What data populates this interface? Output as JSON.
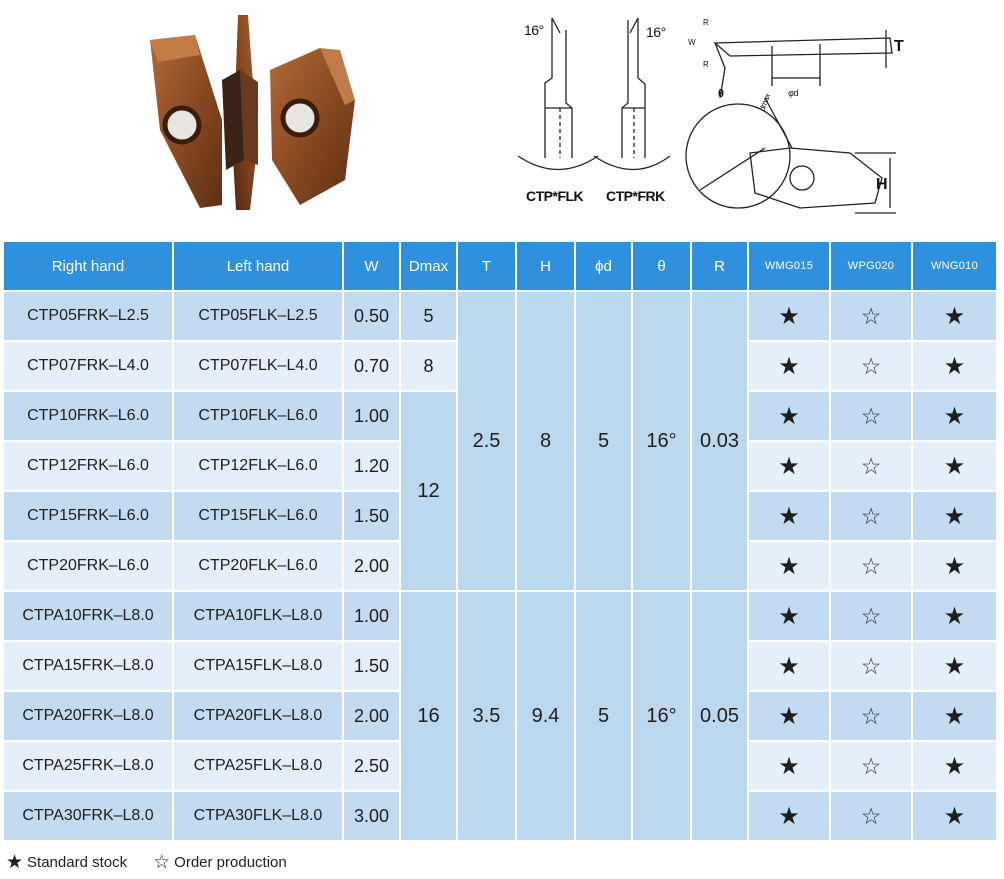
{
  "drawings": {
    "angle_left": "16°",
    "angle_right": "16°",
    "label_flk": "CTP*FLK",
    "label_frk": "CTP*FRK",
    "dim_t": "T",
    "dim_h": "H",
    "dim_r1": "R",
    "dim_r2": "R",
    "dim_w": "W",
    "dim_theta": "θ",
    "dim_phid": "φd",
    "dim_dmax": "dmax"
  },
  "table": {
    "headers": {
      "right_hand": "Right hand",
      "left_hand": "Left hand",
      "w": "W",
      "dmax": "Dmax",
      "t": "T",
      "h": "H",
      "phid": "ϕd",
      "theta": "θ",
      "r": "R",
      "wmg015": "WMG015",
      "wpg020": "WPG020",
      "wng010": "WNG010"
    },
    "rows": [
      {
        "right": "CTP05FRK–L2.5",
        "left": "CTP05FLK–L2.5",
        "w": "0.50",
        "wmg": "★",
        "wpg": "☆",
        "wng": "★"
      },
      {
        "right": "CTP07FRK–L4.0",
        "left": "CTP07FLK–L4.0",
        "w": "0.70",
        "wmg": "★",
        "wpg": "☆",
        "wng": "★"
      },
      {
        "right": "CTP10FRK–L6.0",
        "left": "CTP10FLK–L6.0",
        "w": "1.00",
        "wmg": "★",
        "wpg": "☆",
        "wng": "★"
      },
      {
        "right": "CTP12FRK–L6.0",
        "left": "CTP12FLK–L6.0",
        "w": "1.20",
        "wmg": "★",
        "wpg": "☆",
        "wng": "★"
      },
      {
        "right": "CTP15FRK–L6.0",
        "left": "CTP15FLK–L6.0",
        "w": "1.50",
        "wmg": "★",
        "wpg": "☆",
        "wng": "★"
      },
      {
        "right": "CTP20FRK–L6.0",
        "left": "CTP20FLK–L6.0",
        "w": "2.00",
        "wmg": "★",
        "wpg": "☆",
        "wng": "★"
      },
      {
        "right": "CTPA10FRK–L8.0",
        "left": "CTPA10FLK–L8.0",
        "w": "1.00",
        "wmg": "★",
        "wpg": "☆",
        "wng": "★"
      },
      {
        "right": "CTPA15FRK–L8.0",
        "left": "CTPA15FLK–L8.0",
        "w": "1.50",
        "wmg": "★",
        "wpg": "☆",
        "wng": "★"
      },
      {
        "right": "CTPA20FRK–L8.0",
        "left": "CTPA20FLK–L8.0",
        "w": "2.00",
        "wmg": "★",
        "wpg": "☆",
        "wng": "★"
      },
      {
        "right": "CTPA25FRK–L8.0",
        "left": "CTPA25FLK–L8.0",
        "w": "2.50",
        "wmg": "★",
        "wpg": "☆",
        "wng": "★"
      },
      {
        "right": "CTPA30FRK–L8.0",
        "left": "CTPA30FLK–L8.0",
        "w": "3.00",
        "wmg": "★",
        "wpg": "☆",
        "wng": "★"
      }
    ],
    "dmax_groups": [
      "5",
      "8",
      "12",
      "16"
    ],
    "group1": {
      "t": "2.5",
      "h": "8",
      "phid": "5",
      "theta": "16°",
      "r": "0.03"
    },
    "group2": {
      "t": "3.5",
      "h": "9.4",
      "phid": "5",
      "theta": "16°",
      "r": "0.05"
    }
  },
  "legend": {
    "filled_symbol": "★",
    "filled_label": "Standard stock",
    "empty_symbol": "☆",
    "empty_label": "Order production"
  },
  "colors": {
    "header_blue": "#2f90dd",
    "row_dark": "#c3dbf0",
    "row_light": "#e4eff9",
    "insert_bronze": "#8a4a22"
  }
}
